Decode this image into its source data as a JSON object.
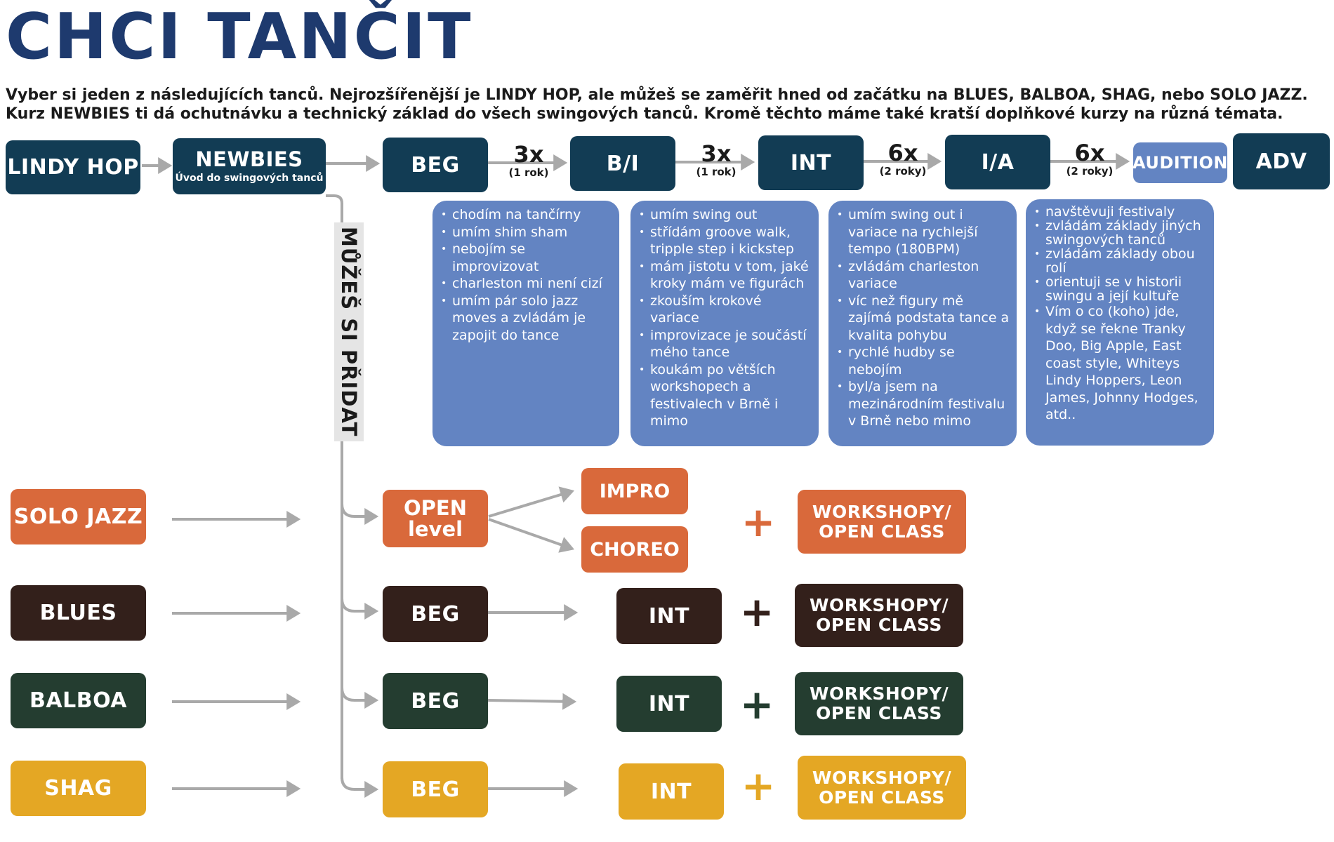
{
  "title": "CHCI TANČIT",
  "intro": [
    "Vyber si jeden z následujících tanců. Nejrozšířenější je LINDY HOP, ale můžeš se zaměřit hned od začátku na BLUES, BALBOA, SHAG, nebo SOLO JAZZ.",
    "Kurz NEWBIES ti dá ochutnávku a technický základ do všech swingových tanců. Kromě těchto máme také kratší doplňkové kurzy na různá témata."
  ],
  "lindy": {
    "start": "LINDY HOP",
    "newbies": "NEWBIES",
    "newbies_sub": "Úvod do swingových tanců",
    "levels": [
      "BEG",
      "B/I",
      "INT",
      "I/A",
      "AUDITION",
      "ADV"
    ],
    "steps": [
      {
        "count": "3x",
        "period": "(1 rok)"
      },
      {
        "count": "3x",
        "period": "(1 rok)"
      },
      {
        "count": "6x",
        "period": "(2 roky)"
      },
      {
        "count": "6x",
        "period": "(2 roky)"
      }
    ]
  },
  "side_label": "MŮŽEŠ SI PŘIDAT",
  "cards": [
    [
      "chodím na  tančírny",
      "umím shim sham",
      "nebojím se improvizovat",
      "charleston mi není cizí",
      "umím pár solo jazz moves a zvládám je zapojit do tance"
    ],
    [
      "umím swing out",
      "střídám groove walk, tripple step i kickstep",
      "mám jistotu v tom,  jaké kroky mám ve figurách",
      "zkouším krokové variace",
      "improvizace je součástí mého tance",
      "koukám po větších workshopech a festivalech v Brně i mimo"
    ],
    [
      "umím swing out i variace na rychlejší tempo (180BPM)",
      "zvládám charleston variace",
      "víc než figury mě zajímá podstata tance a kvalita pohybu",
      "rychlé hudby se nebojím",
      "byl/a jsem na mezinárodním festivalu v Brně nebo mimo"
    ],
    [
      "navštěvuji festivaly",
      "zvládám základy jiných swingových tanců",
      "zvládám základy obou rolí",
      "orientuji se v historii swingu a její kultuře",
      "Vím o co (koho) jde, když se řekne Tranky Doo, Big Apple, East coast style, Whiteys Lindy Hoppers, Leon James, Johnny Hodges, atd.."
    ]
  ],
  "solo": {
    "name": "SOLO JAZZ",
    "open": [
      "OPEN",
      "level"
    ],
    "impro": "IMPRO",
    "choreo": "CHOREO",
    "plus": "+",
    "workshop": [
      "WORKSHOPY/",
      "OPEN CLASS"
    ]
  },
  "tracks": [
    {
      "name": "BLUES",
      "beg": "BEG",
      "int": "INT",
      "plus": "+",
      "workshop": [
        "WORKSHOPY/",
        "OPEN CLASS"
      ]
    },
    {
      "name": "BALBOA",
      "beg": "BEG",
      "int": "INT",
      "plus": "+",
      "workshop": [
        "WORKSHOPY/",
        "OPEN CLASS"
      ]
    },
    {
      "name": "SHAG",
      "beg": "BEG",
      "int": "INT",
      "plus": "+",
      "workshop": [
        "WORKSHOPY/",
        "OPEN CLASS"
      ]
    }
  ],
  "colors": {
    "navy": "#123c54",
    "light_blue": "#6384c2",
    "orange": "#d9693b",
    "dark_brown": "#33201b",
    "dark_green": "#243d30",
    "gold": "#e4a724",
    "title_blue": "#1e3a6e",
    "connector_gray": "#a9a9a9"
  }
}
